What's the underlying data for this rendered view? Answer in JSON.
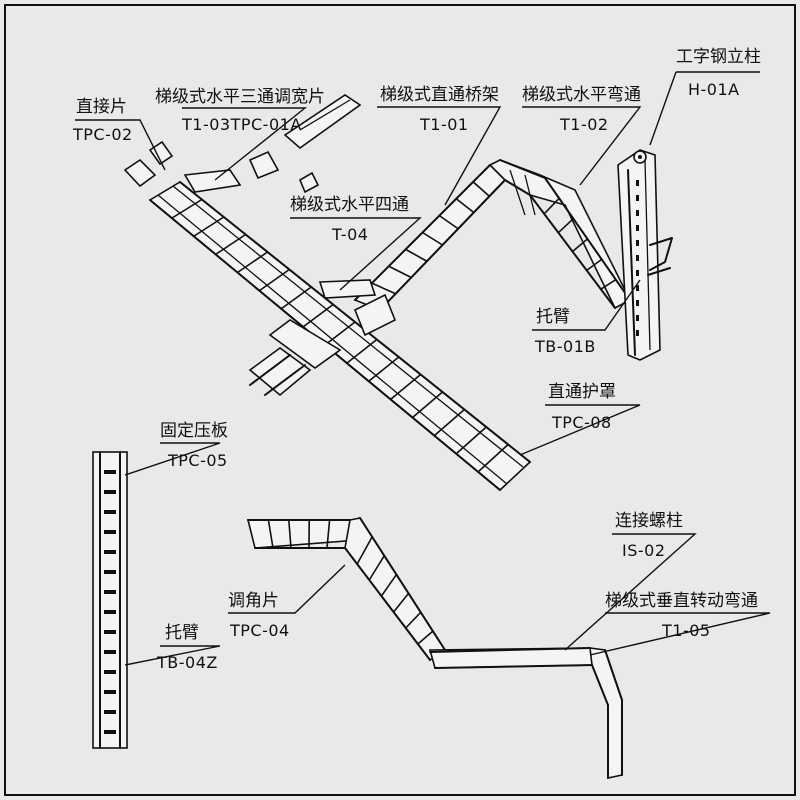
{
  "frame_color": "#111111",
  "background": "#e9e9e9",
  "labels": {
    "straight_plate": {
      "name": "直接片",
      "code": "TPC-02"
    },
    "horizontal_tee_adjustable": {
      "name": "梯级式水平三通调宽片",
      "code": "T1-03TPC-01A"
    },
    "straight_tray": {
      "name": "梯级式直通桥架",
      "code": "T1-01"
    },
    "horizontal_elbow": {
      "name": "梯级式水平弯通",
      "code": "T1-02"
    },
    "h_steel_column": {
      "name": "工字钢立柱",
      "code": "H-01A"
    },
    "horizontal_cross": {
      "name": "梯级式水平四通",
      "code": "T-04"
    },
    "support_arm_top": {
      "name": "托臂",
      "code": "TB-01B"
    },
    "straight_cover": {
      "name": "直通护罩",
      "code": "TPC-08"
    },
    "fixed_clamp_plate": {
      "name": "固定压板",
      "code": "TPC-05"
    },
    "support_arm_bottom": {
      "name": "托臂",
      "code": "TB-04Z"
    },
    "angle_plate": {
      "name": "调角片",
      "code": "TPC-04"
    },
    "connecting_bolt": {
      "name": "连接螺柱",
      "code": "IS-02"
    },
    "vertical_rotating_elbow": {
      "name": "梯级式垂直转动弯通",
      "code": "T1-05"
    }
  }
}
